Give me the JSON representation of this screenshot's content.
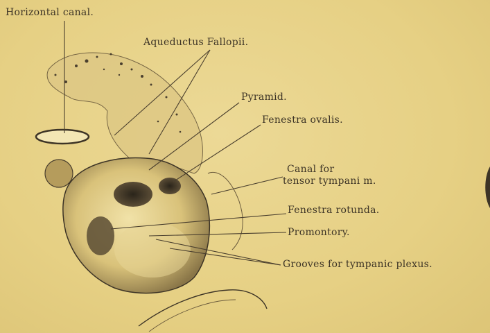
{
  "figure": {
    "background_color": "#e8d48a",
    "ink_color": "#3d3426",
    "labels": {
      "horizontal_canal": "Horizontal canal.",
      "aqueductus_fallopii": "Aqueductus Fallopii.",
      "pyramid": "Pyramid.",
      "fenestra_ovalis": "Fenestra ovalis.",
      "canal_tensor_line1": "Canal for",
      "canal_tensor_line2": "tensor tympani m.",
      "fenestra_rotunda": "Fenestra rotunda.",
      "promontory": "Promontory.",
      "grooves_tympanic_plexus": "Grooves for tympanic plexus."
    }
  }
}
